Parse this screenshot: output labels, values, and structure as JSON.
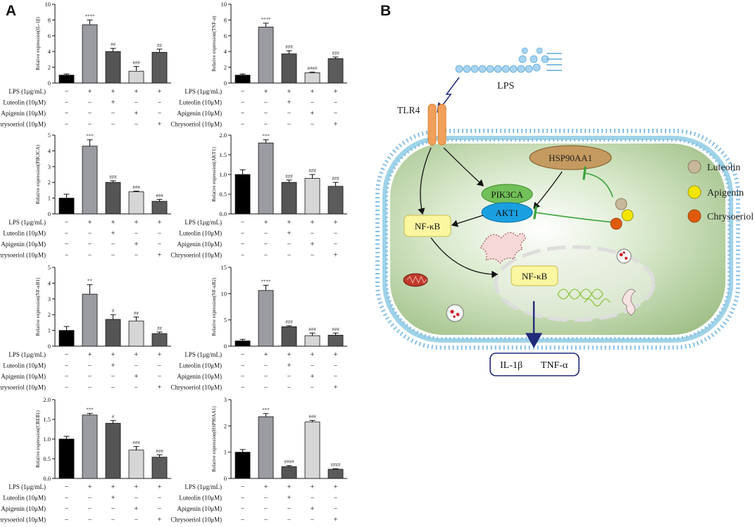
{
  "panel_labels": {
    "a": "A",
    "b": "B"
  },
  "colors": {
    "ctrl": "#000000",
    "lps": "#9b9ba2",
    "luteolin": "#555555",
    "apigenin": "#d6d6d6",
    "chrysoeriol": "#5b5b5b"
  },
  "treatment_rows": [
    {
      "label": "LPS (1μg/mL)",
      "marks": [
        "−",
        "+",
        "+",
        "+",
        "+"
      ]
    },
    {
      "label": "Luteolin (10μM)",
      "marks": [
        "−",
        "−",
        "+",
        "−",
        "−"
      ]
    },
    {
      "label": "Apigenin (10μM)",
      "marks": [
        "−",
        "−",
        "−",
        "+",
        "−"
      ]
    },
    {
      "label": "Chrysoeriol (10μM)",
      "marks": [
        "−",
        "−",
        "−",
        "−",
        "+"
      ]
    }
  ],
  "chart_data": [
    {
      "type": "bar",
      "ylabel": "Relative expression(IL-1β)",
      "ylim": [
        0,
        10
      ],
      "ticks": [
        "0",
        "2",
        "4",
        "6",
        "8",
        "10"
      ],
      "values": [
        1.0,
        7.4,
        4.0,
        1.5,
        3.9
      ],
      "errors": [
        0.15,
        0.6,
        0.4,
        0.6,
        0.4
      ],
      "annotations": [
        "",
        "****",
        "##",
        "###",
        "##"
      ]
    },
    {
      "type": "bar",
      "ylabel": "Relative expression(TNF-α)",
      "ylim": [
        0,
        10
      ],
      "ticks": [
        "0",
        "2",
        "4",
        "6",
        "8",
        "10"
      ],
      "values": [
        1.0,
        7.1,
        3.7,
        1.3,
        3.1
      ],
      "errors": [
        0.15,
        0.5,
        0.4,
        0.1,
        0.2
      ],
      "annotations": [
        "",
        "****",
        "###",
        "####",
        "###"
      ]
    },
    {
      "type": "bar",
      "ylabel": "Relative expression(PIK3CA)",
      "ylim": [
        0,
        5
      ],
      "ticks": [
        "0",
        "1",
        "2",
        "3",
        "4",
        "5"
      ],
      "values": [
        1.0,
        4.3,
        2.0,
        1.4,
        0.8
      ],
      "errors": [
        0.25,
        0.4,
        0.1,
        0.05,
        0.12
      ],
      "annotations": [
        "",
        "***",
        "###",
        "###",
        "###"
      ]
    },
    {
      "type": "bar",
      "ylabel": "Relative expression(AKT1)",
      "ylim": [
        0,
        2.0
      ],
      "ticks": [
        "0.0",
        "0.5",
        "1.0",
        "1.5",
        "2.0"
      ],
      "values": [
        1.0,
        1.8,
        0.8,
        0.9,
        0.7
      ],
      "errors": [
        0.12,
        0.08,
        0.06,
        0.1,
        0.1
      ],
      "annotations": [
        "",
        "***",
        "###",
        "###",
        "###"
      ]
    },
    {
      "type": "bar",
      "ylabel": "Relative expression(NF-κB1)",
      "ylim": [
        0,
        5
      ],
      "ticks": [
        "0",
        "1",
        "2",
        "3",
        "4",
        "5"
      ],
      "values": [
        1.0,
        3.3,
        1.7,
        1.6,
        0.8
      ],
      "errors": [
        0.25,
        0.6,
        0.3,
        0.25,
        0.1
      ],
      "annotations": [
        "",
        "**",
        "#",
        "##",
        "##"
      ]
    },
    {
      "type": "bar",
      "ylabel": "Relative expression(NF-κB2)",
      "ylim": [
        0,
        15
      ],
      "ticks": [
        "0",
        "5",
        "10",
        "15"
      ],
      "values": [
        1.0,
        10.6,
        3.7,
        2.0,
        2.1
      ],
      "errors": [
        0.3,
        1.0,
        0.2,
        0.5,
        0.4
      ],
      "annotations": [
        "",
        "****",
        "###",
        "###",
        "###"
      ]
    },
    {
      "type": "bar",
      "ylabel": "Relative expression(CREB1)",
      "ylim": [
        0,
        2.0
      ],
      "ticks": [
        "0.0",
        "0.5",
        "1.0",
        "1.5",
        "2.0"
      ],
      "values": [
        1.0,
        1.61,
        1.4,
        0.72,
        0.54
      ],
      "errors": [
        0.07,
        0.04,
        0.07,
        0.09,
        0.06
      ],
      "annotations": [
        "",
        "***",
        "#",
        "###",
        "###"
      ]
    },
    {
      "type": "bar",
      "ylabel": "Relative expression(HSP90AA1)",
      "ylim": [
        0,
        3
      ],
      "ticks": [
        "0",
        "1",
        "2",
        "3"
      ],
      "values": [
        1.0,
        2.35,
        0.45,
        2.15,
        0.35
      ],
      "errors": [
        0.1,
        0.12,
        0.04,
        0.06,
        0.02
      ],
      "annotations": [
        "",
        "***",
        "####",
        "###",
        "####"
      ]
    }
  ],
  "diagram": {
    "lps": "LPS",
    "tlr4": "TLR4",
    "hsp90": "HSP90AA1",
    "pik3ca": "PIK3CA",
    "akt1": "AKT1",
    "nfkb_cyto": "NF-κB",
    "nfkb_nuc": "NF-κB",
    "il1b": "IL-1β",
    "tnfa": "TNF-α",
    "legend": [
      {
        "name": "Luteolin",
        "color": "#c8b89a"
      },
      {
        "name": "Apigenin",
        "color": "#f2e600"
      },
      {
        "name": "Chrysoeriol",
        "color": "#e05a0c"
      }
    ]
  }
}
